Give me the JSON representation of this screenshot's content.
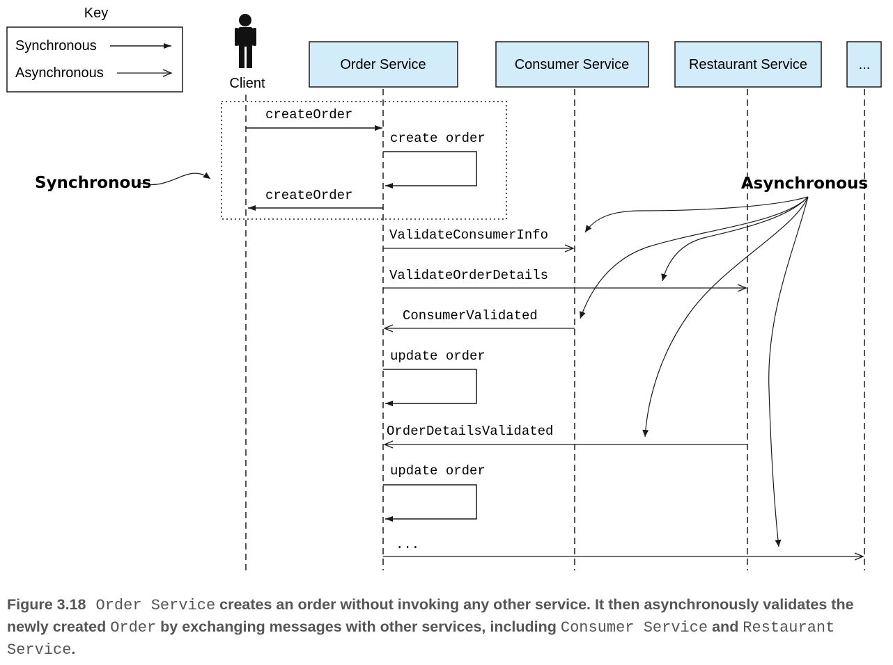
{
  "key": {
    "title": "Key",
    "synchronous_label": "Synchronous",
    "asynchronous_label": "Asynchronous"
  },
  "participants": [
    {
      "id": "client",
      "label": "Client",
      "kind": "actor"
    },
    {
      "id": "order",
      "label": "Order Service",
      "kind": "service"
    },
    {
      "id": "consumer",
      "label": "Consumer Service",
      "kind": "service"
    },
    {
      "id": "restaurant",
      "label": "Restaurant Service",
      "kind": "service"
    },
    {
      "id": "more",
      "label": "...",
      "kind": "service"
    }
  ],
  "messages": [
    {
      "label": "createOrder",
      "from": "client",
      "to": "order",
      "style": "sync"
    },
    {
      "label": "create order",
      "from": "order",
      "to": "order",
      "style": "self"
    },
    {
      "label": "createOrder",
      "from": "order",
      "to": "client",
      "style": "sync-return"
    },
    {
      "label": "ValidateConsumerInfo",
      "from": "order",
      "to": "consumer",
      "style": "async"
    },
    {
      "label": "ValidateOrderDetails",
      "from": "order",
      "to": "restaurant",
      "style": "async"
    },
    {
      "label": "ConsumerValidated",
      "from": "consumer",
      "to": "order",
      "style": "async"
    },
    {
      "label": "update order",
      "from": "order",
      "to": "order",
      "style": "self"
    },
    {
      "label": "OrderDetailsValidated",
      "from": "restaurant",
      "to": "order",
      "style": "async"
    },
    {
      "label": "update order",
      "from": "order",
      "to": "order",
      "style": "self"
    },
    {
      "label": "...",
      "from": "order",
      "to": "more",
      "style": "async"
    }
  ],
  "annotations": {
    "synchronous": "Synchronous",
    "asynchronous": "Asynchronous"
  },
  "caption": {
    "figure": "Figure 3.18",
    "code1": "Order Service",
    "text1": " creates an order without invoking any other service. It then asynchronously validates the newly created ",
    "code2": "Order",
    "text2": " by exchanging messages with other services, including ",
    "code3": "Consumer Service",
    "text3": " and ",
    "code4": "Restaurant Service",
    "text4": "."
  },
  "colors": {
    "service_fill": "#d2ecf9",
    "line": "#1a1a1a",
    "caption_text": "#555555"
  }
}
